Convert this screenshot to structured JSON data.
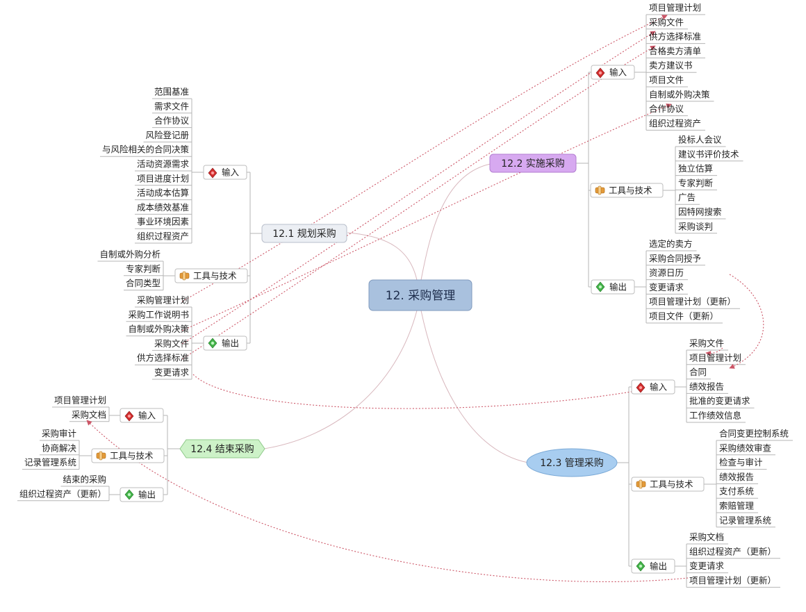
{
  "center": {
    "label": "12. 采购管理"
  },
  "colors": {
    "center_fill": "#a9c1de",
    "plan_fill": "#eceff4",
    "execute_fill": "#d7a9f0",
    "control_fill": "#a8cdf0",
    "close_fill": "#cdf2c8",
    "relation": "#cc5566",
    "input_icon": "#d22e2e",
    "tools_icon": "#e49b3a",
    "output_icon": "#44b34a"
  },
  "nodes": {
    "plan": {
      "label": "12.1 规划采购",
      "input": {
        "label": "输入",
        "items": [
          "范围基准",
          "需求文件",
          "合作协议",
          "风险登记册",
          "与风险相关的合同决策",
          "活动资源需求",
          "项目进度计划",
          "活动成本估算",
          "成本绩效基准",
          "事业环境因素",
          "组织过程资产"
        ]
      },
      "tools": {
        "label": "工具与技术",
        "items": [
          "自制或外购分析",
          "专家判断",
          "合同类型"
        ]
      },
      "output": {
        "label": "输出",
        "items": [
          "采购管理计划",
          "采购工作说明书",
          "自制或外购决策",
          "采购文件",
          "供方选择标准",
          "变更请求"
        ]
      }
    },
    "execute": {
      "label": "12.2 实施采购",
      "input": {
        "label": "输入",
        "items": [
          "项目管理计划",
          "采购文件",
          "供方选择标准",
          "合格卖方清单",
          "卖方建议书",
          "项目文件",
          "自制或外购决策",
          "合作协议",
          "组织过程资产"
        ]
      },
      "tools": {
        "label": "工具与技术",
        "items": [
          "投标人会议",
          "建议书评价技术",
          "独立估算",
          "专家判断",
          "广告",
          "因特网搜索",
          "采购谈判"
        ]
      },
      "output": {
        "label": "输出",
        "items": [
          "选定的卖方",
          "采购合同授予",
          "资源日历",
          "变更请求",
          "项目管理计划（更新）",
          "项目文件（更新）"
        ]
      }
    },
    "control": {
      "label": "12.3 管理采购",
      "input": {
        "label": "输入",
        "items": [
          "采购文件",
          "项目管理计划",
          "合同",
          "绩效报告",
          "批准的变更请求",
          "工作绩效信息"
        ]
      },
      "tools": {
        "label": "工具与技术",
        "items": [
          "合同变更控制系统",
          "采购绩效审查",
          "检查与审计",
          "绩效报告",
          "支付系统",
          "索赔管理",
          "记录管理系统"
        ]
      },
      "output": {
        "label": "输出",
        "items": [
          "采购文档",
          "组织过程资产（更新）",
          "变更请求",
          "项目管理计划（更新）"
        ]
      }
    },
    "close": {
      "label": "12.4 结束采购",
      "input": {
        "label": "输入",
        "items": [
          "项目管理计划",
          "采购文档"
        ]
      },
      "tools": {
        "label": "工具与技术",
        "items": [
          "采购审计",
          "协商解决",
          "记录管理系统"
        ]
      },
      "output": {
        "label": "输出",
        "items": [
          "结束的采购",
          "组织过程资产（更新）"
        ]
      }
    }
  }
}
